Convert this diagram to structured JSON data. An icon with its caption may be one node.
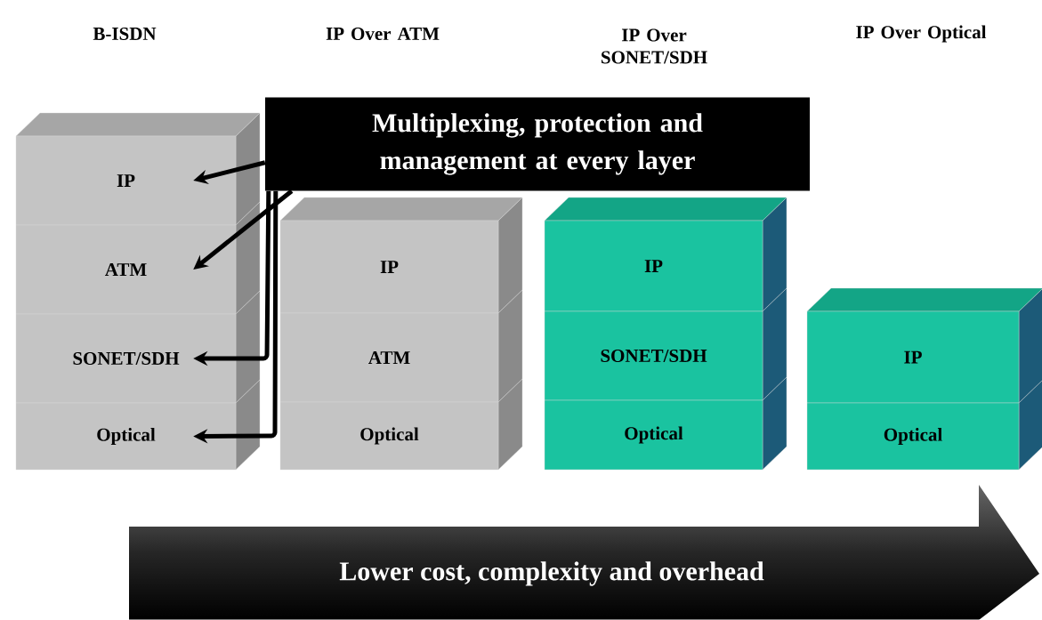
{
  "diagram": {
    "nodes": [
      {
        "text": [
          "Multiplexing, protection and management at every layer"
        ]
      },
      {
        "text": [
          "IP"
        ]
      },
      {
        "text": [
          "ATM"
        ]
      },
      {
        "text": [
          "SONET/SDH"
        ]
      },
      {
        "text": [
          "Optical"
        ]
      },
      {
        "text": [
          "IP"
        ]
      },
      {
        "text": [
          "ATM"
        ]
      },
      {
        "text": [
          "Optical"
        ]
      },
      {
        "text": [
          "IP"
        ]
      },
      {
        "text": [
          "SONET/SDH"
        ]
      },
      {
        "text": [
          "Optical"
        ]
      },
      {
        "text": [
          "IP"
        ]
      },
      {
        "text": [
          "Optical"
        ]
      },
      {
        "text": [
          "Lower cost, complexity and overhead"
        ]
      }
    ],
    "edges": [
      {
        "from": 0,
        "to": 1,
        "arrow": "to"
      },
      {
        "from": 0,
        "to": 2,
        "arrow": "to"
      },
      {
        "from": 0,
        "to": 3,
        "arrow": "to"
      },
      {
        "from": 0,
        "to": 4,
        "arrow": "to"
      }
    ],
    "labels": [
      "B-ISDN",
      "IP Over ATM",
      "IP Over SONET/SDH",
      "IP Over Optical"
    ]
  }
}
